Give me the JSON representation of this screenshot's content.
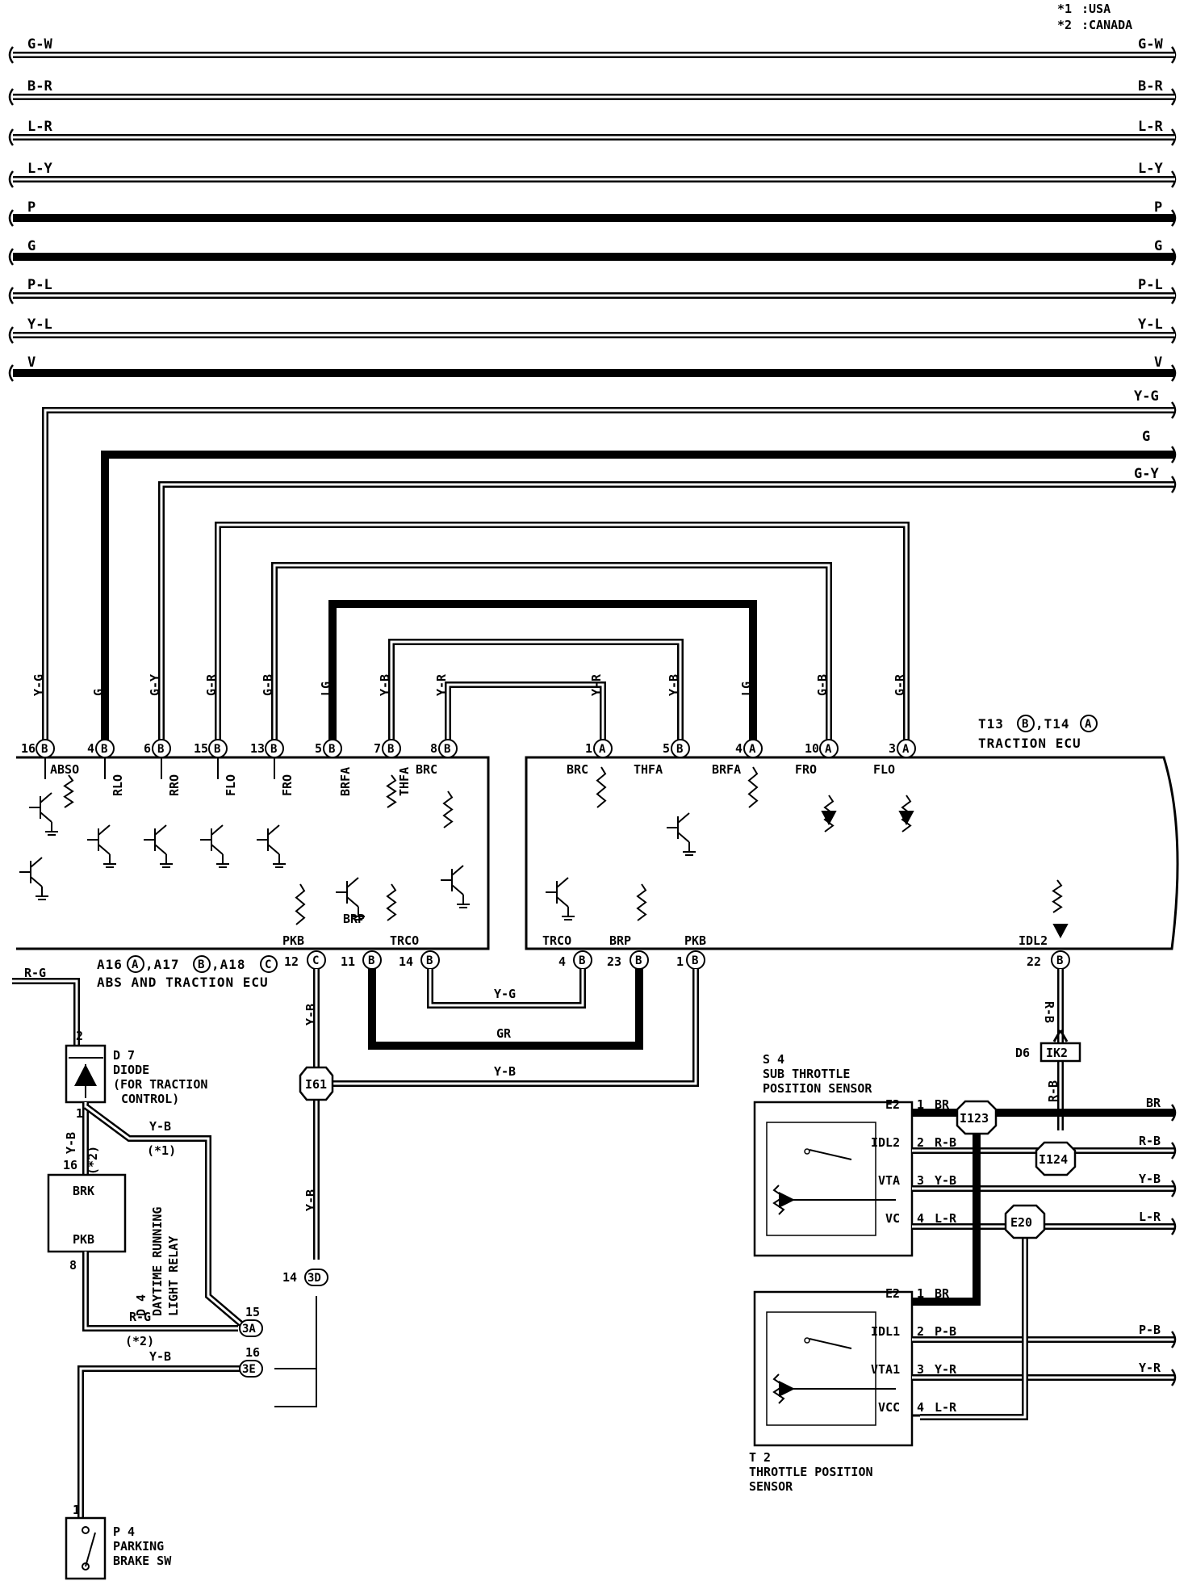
{
  "notes": [
    {
      "mark": "*1",
      "text": ":USA"
    },
    {
      "mark": "*2",
      "text": ":CANADA"
    }
  ],
  "buses": [
    {
      "left": "G-W",
      "right": "G-W",
      "thick": false
    },
    {
      "left": "B-R",
      "right": "B-R",
      "thick": false
    },
    {
      "left": "L-R",
      "right": "L-R",
      "thick": false
    },
    {
      "left": "L-Y",
      "right": "L-Y",
      "thick": false
    },
    {
      "left": "P",
      "right": "P",
      "thick": true
    },
    {
      "left": "G",
      "right": "G",
      "thick": true
    },
    {
      "left": "P-L",
      "right": "P-L",
      "thick": false
    },
    {
      "left": "Y-L",
      "right": "Y-L",
      "thick": false
    },
    {
      "left": "V",
      "right": "V",
      "thick": true
    }
  ],
  "bus_right_only": [
    "Y-G",
    "G",
    "G-Y"
  ],
  "abs_pins_top": [
    {
      "num": "16",
      "conn": "B",
      "signal": "ABSO",
      "wire": "Y-G"
    },
    {
      "num": "4",
      "conn": "B",
      "signal": "RLO",
      "wire": "G"
    },
    {
      "num": "6",
      "conn": "B",
      "signal": "RRO",
      "wire": "G-Y"
    },
    {
      "num": "15",
      "conn": "B",
      "signal": "FLO",
      "wire": "G-R"
    },
    {
      "num": "13",
      "conn": "B",
      "signal": "FRO",
      "wire": "G-B"
    },
    {
      "num": "5",
      "conn": "B",
      "signal": "BRFA",
      "wire": "LG"
    },
    {
      "num": "7",
      "conn": "B",
      "signal": "THFA",
      "wire": "Y-B"
    },
    {
      "num": "8",
      "conn": "B",
      "signal": "BRC",
      "wire": "Y-R"
    }
  ],
  "tcs_pins_top": [
    {
      "num": "1",
      "conn": "A",
      "signal": "BRC",
      "wire": "Y-R"
    },
    {
      "num": "5",
      "conn": "B",
      "signal": "THFA",
      "wire": "Y-B"
    },
    {
      "num": "4",
      "conn": "A",
      "signal": "BRFA",
      "wire": "LG"
    },
    {
      "num": "10",
      "conn": "A",
      "signal": "FRO",
      "wire": "G-B"
    },
    {
      "num": "3",
      "conn": "A",
      "signal": "FLO",
      "wire": "G-R"
    }
  ],
  "tcs_ecu": {
    "title_prefix": "T13",
    "c1": "B",
    "sep": ",T14",
    "c2": "A",
    "name": "TRACTION ECU"
  },
  "abs_ecu": {
    "p1": "A16",
    "c1": "A",
    "p2": ",A17",
    "c2": "B",
    "p3": ",A18",
    "c3": "C",
    "name": "ABS AND TRACTION ECU"
  },
  "abs_pins_bottom": [
    {
      "num": "12",
      "conn": "C",
      "signal": "PKB"
    },
    {
      "num": "11",
      "conn": "B",
      "signal": "BRP"
    },
    {
      "num": "14",
      "conn": "B",
      "signal": "TRCO"
    }
  ],
  "tcs_pins_bottom": [
    {
      "num": "4",
      "conn": "B",
      "signal": "TRCO"
    },
    {
      "num": "23",
      "conn": "B",
      "signal": "BRP"
    },
    {
      "num": "1",
      "conn": "B",
      "signal": "PKB"
    },
    {
      "num": "22",
      "conn": "B",
      "signal": "IDL2"
    }
  ],
  "bottom_wires": {
    "trco": "Y-G",
    "brp": "GR",
    "pkb": "Y-B",
    "abs_pkb": "Y-B",
    "idl2": "R-B",
    "idl2_lower": "R-B"
  },
  "junctions": {
    "i61": "I61",
    "i123": "I123",
    "i124": "I124",
    "e20": "E20",
    "ik2": "IK2",
    "d6": "D6"
  },
  "diode": {
    "id": "D 7",
    "name": "DIODE",
    "sub1": "(FOR TRACTION",
    "sub2": "CONTROL)",
    "pin_top": "2",
    "pin_bot": "1"
  },
  "relay": {
    "id": "D 4",
    "name1": "DAYTIME RUNNING",
    "name2": "LIGHT RELAY",
    "t1": "BRK",
    "t2": "PKB",
    "pin_top": "16",
    "pin_bot": "8"
  },
  "left_wires": {
    "rg_top": "R-G",
    "yb_diode": "Y-B",
    "note2a": "(*2)",
    "yb_branch": "Y-B",
    "note1": "(*1)",
    "rg_bot": "R-G",
    "note2b": "(*2)",
    "yb_park": "Y-B",
    "yb_vert1": "Y-B",
    "yb_vert2": "Y-B"
  },
  "connectors": [
    {
      "num": "14",
      "id": "3D"
    },
    {
      "num": "15",
      "id": "3A"
    },
    {
      "num": "16",
      "id": "3E"
    }
  ],
  "park_sw": {
    "id": "P 4",
    "name1": "PARKING",
    "name2": "BRAKE SW",
    "pin": "1"
  },
  "s4": {
    "id": "S 4",
    "name1": "SUB THROTTLE",
    "name2": "POSITION SENSOR"
  },
  "s4_pins": [
    {
      "term": "E2",
      "num": "1",
      "wire": "BR",
      "right": "BR"
    },
    {
      "term": "IDL2",
      "num": "2",
      "wire": "R-B",
      "right": "R-B"
    },
    {
      "term": "VTA",
      "num": "3",
      "wire": "Y-B",
      "right": "Y-B"
    },
    {
      "term": "VC",
      "num": "4",
      "wire": "L-R",
      "right": "L-R"
    }
  ],
  "t2": {
    "id": "T 2",
    "name1": "THROTTLE POSITION",
    "name2": "SENSOR"
  },
  "t2_pins": [
    {
      "term": "E2",
      "num": "1",
      "wire": "BR",
      "right": ""
    },
    {
      "term": "IDL1",
      "num": "2",
      "wire": "P-B",
      "right": "P-B"
    },
    {
      "term": "VTA1",
      "num": "3",
      "wire": "Y-R",
      "right": "Y-R"
    },
    {
      "term": "VCC",
      "num": "4",
      "wire": "L-R",
      "right": ""
    }
  ],
  "colors": {
    "ink": "#000000",
    "paper": "#ffffff"
  }
}
